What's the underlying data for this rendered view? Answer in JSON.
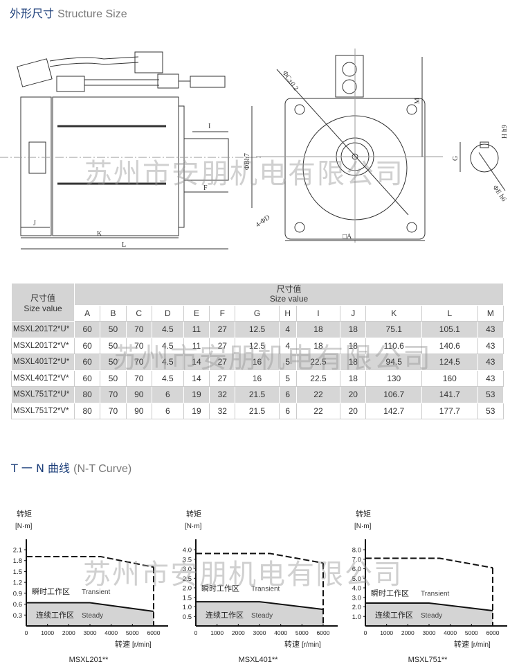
{
  "section1": {
    "title_cn": "外形尺寸",
    "title_en": "Structure Size"
  },
  "drawing_labels": {
    "I": "I",
    "F": "F",
    "J": "J",
    "K": "K",
    "L": "L",
    "B": "ΦBh7",
    "C": "ΦC±0.2",
    "D": "4-ΦD",
    "A": "□A",
    "M": "M",
    "G": "G",
    "H": "H h9",
    "E": "ΦE h6"
  },
  "watermark": "苏州市安朋机电有限公司",
  "table": {
    "corner_cn": "尺寸值",
    "corner_en": "Size value",
    "group_cn": "尺寸值",
    "group_en": "Size value",
    "columns": [
      "A",
      "B",
      "C",
      "D",
      "E",
      "F",
      "G",
      "H",
      "I",
      "J",
      "K",
      "L",
      "M"
    ],
    "rows": [
      {
        "model": "MSXL201T2*U*",
        "values": [
          "60",
          "50",
          "70",
          "4.5",
          "11",
          "27",
          "12.5",
          "4",
          "18",
          "18",
          "75.1",
          "105.1",
          "43"
        ]
      },
      {
        "model": "MSXL201T2*V*",
        "values": [
          "60",
          "50",
          "70",
          "4.5",
          "11",
          "27",
          "12.5",
          "4",
          "18",
          "18",
          "110.6",
          "140.6",
          "43"
        ]
      },
      {
        "model": "MSXL401T2*U*",
        "values": [
          "60",
          "50",
          "70",
          "4.5",
          "14",
          "27",
          "16",
          "5",
          "22.5",
          "18",
          "94.5",
          "124.5",
          "43"
        ]
      },
      {
        "model": "MSXL401T2*V*",
        "values": [
          "60",
          "50",
          "70",
          "4.5",
          "14",
          "27",
          "16",
          "5",
          "22.5",
          "18",
          "130",
          "160",
          "43"
        ]
      },
      {
        "model": "MSXL751T2*U*",
        "values": [
          "80",
          "70",
          "90",
          "6",
          "19",
          "32",
          "21.5",
          "6",
          "22",
          "20",
          "106.7",
          "141.7",
          "53"
        ]
      },
      {
        "model": "MSXL751T2*V*",
        "values": [
          "80",
          "70",
          "90",
          "6",
          "19",
          "32",
          "21.5",
          "6",
          "22",
          "20",
          "142.7",
          "177.7",
          "53"
        ]
      }
    ]
  },
  "section2": {
    "title_cn": "T 一 N 曲线",
    "title_en": "(N-T Curve)"
  },
  "chart_data": [
    {
      "type": "area",
      "title": "MSXL201**",
      "ylabel_cn": "转矩",
      "ylabel_unit": "[N·m]",
      "xlabel_cn": "转速",
      "xlabel_unit": "[r/min]",
      "xticks": [
        0,
        1000,
        2000,
        3000,
        4000,
        5000,
        6000
      ],
      "yticks": [
        "0.3",
        "0.6",
        "0.9",
        "1.2",
        "1.5",
        "1.8",
        "2.1"
      ],
      "ytop": 2.1,
      "transient_label_cn": "瞬时工作区",
      "transient_label_en": "Transient",
      "steady_label_cn": "连续工作区",
      "steady_label_en": "Steady",
      "series": [
        {
          "name": "Transient",
          "x": [
            0,
            3500,
            6000
          ],
          "y": [
            1.91,
            1.91,
            1.62
          ]
        },
        {
          "name": "Steady",
          "x": [
            0,
            3000,
            6000
          ],
          "y": [
            0.64,
            0.64,
            0.4
          ]
        }
      ]
    },
    {
      "type": "area",
      "title": "MSXL401**",
      "ylabel_cn": "转矩",
      "ylabel_unit": "[N·m]",
      "xlabel_cn": "转速",
      "xlabel_unit": "[r/min]",
      "xticks": [
        0,
        1000,
        2000,
        3000,
        4000,
        5000,
        6000
      ],
      "yticks": [
        "0.5",
        "1.0",
        "1.5",
        "2.0",
        "2.5",
        "3.0",
        "3.5",
        "4.0"
      ],
      "ytop": 4.0,
      "transient_label_cn": "瞬时工作区",
      "transient_label_en": "Transient",
      "steady_label_cn": "连续工作区",
      "steady_label_en": "Steady",
      "series": [
        {
          "name": "Transient",
          "x": [
            0,
            3500,
            6000
          ],
          "y": [
            3.8,
            3.8,
            3.3
          ]
        },
        {
          "name": "Steady",
          "x": [
            0,
            3000,
            6000
          ],
          "y": [
            1.27,
            1.27,
            0.87
          ]
        }
      ]
    },
    {
      "type": "area",
      "title": "MSXL751**",
      "ylabel_cn": "转矩",
      "ylabel_unit": "[N·m]",
      "xlabel_cn": "转速",
      "xlabel_unit": "[r/min]",
      "xticks": [
        0,
        1000,
        2000,
        3000,
        4000,
        5000,
        6000
      ],
      "yticks": [
        "1.0",
        "2.0",
        "3.0",
        "4.0",
        "5.0",
        "6.0",
        "7.0",
        "8.0"
      ],
      "ytop": 8.0,
      "transient_label_cn": "瞬时工作区",
      "transient_label_en": "Transient",
      "steady_label_cn": "连续工作区",
      "steady_label_en": "Steady",
      "series": [
        {
          "name": "Transient",
          "x": [
            0,
            3500,
            6000
          ],
          "y": [
            7.1,
            7.1,
            6.1
          ]
        },
        {
          "name": "Steady",
          "x": [
            0,
            3000,
            6000
          ],
          "y": [
            2.4,
            2.4,
            1.6
          ]
        }
      ]
    }
  ]
}
